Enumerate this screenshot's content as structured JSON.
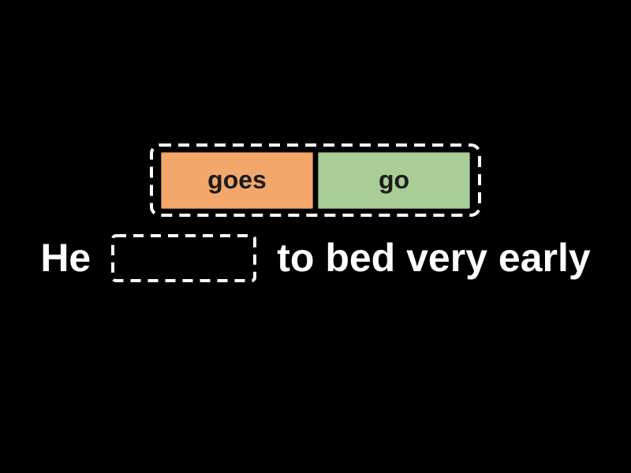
{
  "colors": {
    "background": "#000000",
    "dashed_border": "#FFFFFF",
    "sentence_text": "#FFFFFF",
    "tile_text": "#1C1C1C",
    "choice_orange": "#F4A76A",
    "choice_green": "#A8CD97"
  },
  "word_bank": {
    "choices": [
      {
        "label": "goes",
        "color": "#F4A76A"
      },
      {
        "label": "go",
        "color": "#A8CD97"
      }
    ]
  },
  "sentence": {
    "before_blank": "He",
    "blank_value": "",
    "after_blank": "to bed very early"
  }
}
